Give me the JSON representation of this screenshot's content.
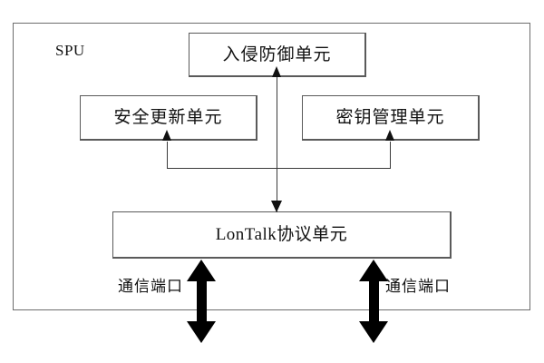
{
  "diagram": {
    "title": "SPU",
    "enclosure": {
      "name": "SPU",
      "label": "SPU"
    },
    "units": [
      {
        "id": "intrusion-prevention-unit",
        "label": "入侵防御单元",
        "position": "top-center"
      },
      {
        "id": "security-update-unit",
        "label": "安全更新单元",
        "position": "middle-left"
      },
      {
        "id": "key-management-unit",
        "label": "密钥管理单元",
        "position": "middle-right"
      },
      {
        "id": "lontalk-protocol-unit",
        "label": "LonTalk协议单元",
        "position": "bottom-center"
      }
    ],
    "ports": [
      {
        "id": "communication-port-left",
        "label": "通信端口"
      },
      {
        "id": "communication-port-right",
        "label": "通信端口"
      }
    ],
    "connectors": [
      {
        "id": "lontalk-to-intrusion",
        "from": "lontalk-protocol-unit",
        "to": "intrusion-prevention-unit",
        "style": "thin-double-ended"
      },
      {
        "id": "bus-to-security-update",
        "from": "lontalk-protocol-unit",
        "to": "security-update-unit",
        "style": "thin-arrow-up"
      },
      {
        "id": "bus-to-key-management",
        "from": "lontalk-protocol-unit",
        "to": "key-management-unit",
        "style": "thin-arrow-up"
      }
    ],
    "colors": {
      "frame_border": "#6d6d6d",
      "box_border": "#5a5a5a",
      "connector": "#3a3a3a",
      "port_arrow": "#000000",
      "text": "#111111",
      "background": "#ffffff"
    }
  }
}
